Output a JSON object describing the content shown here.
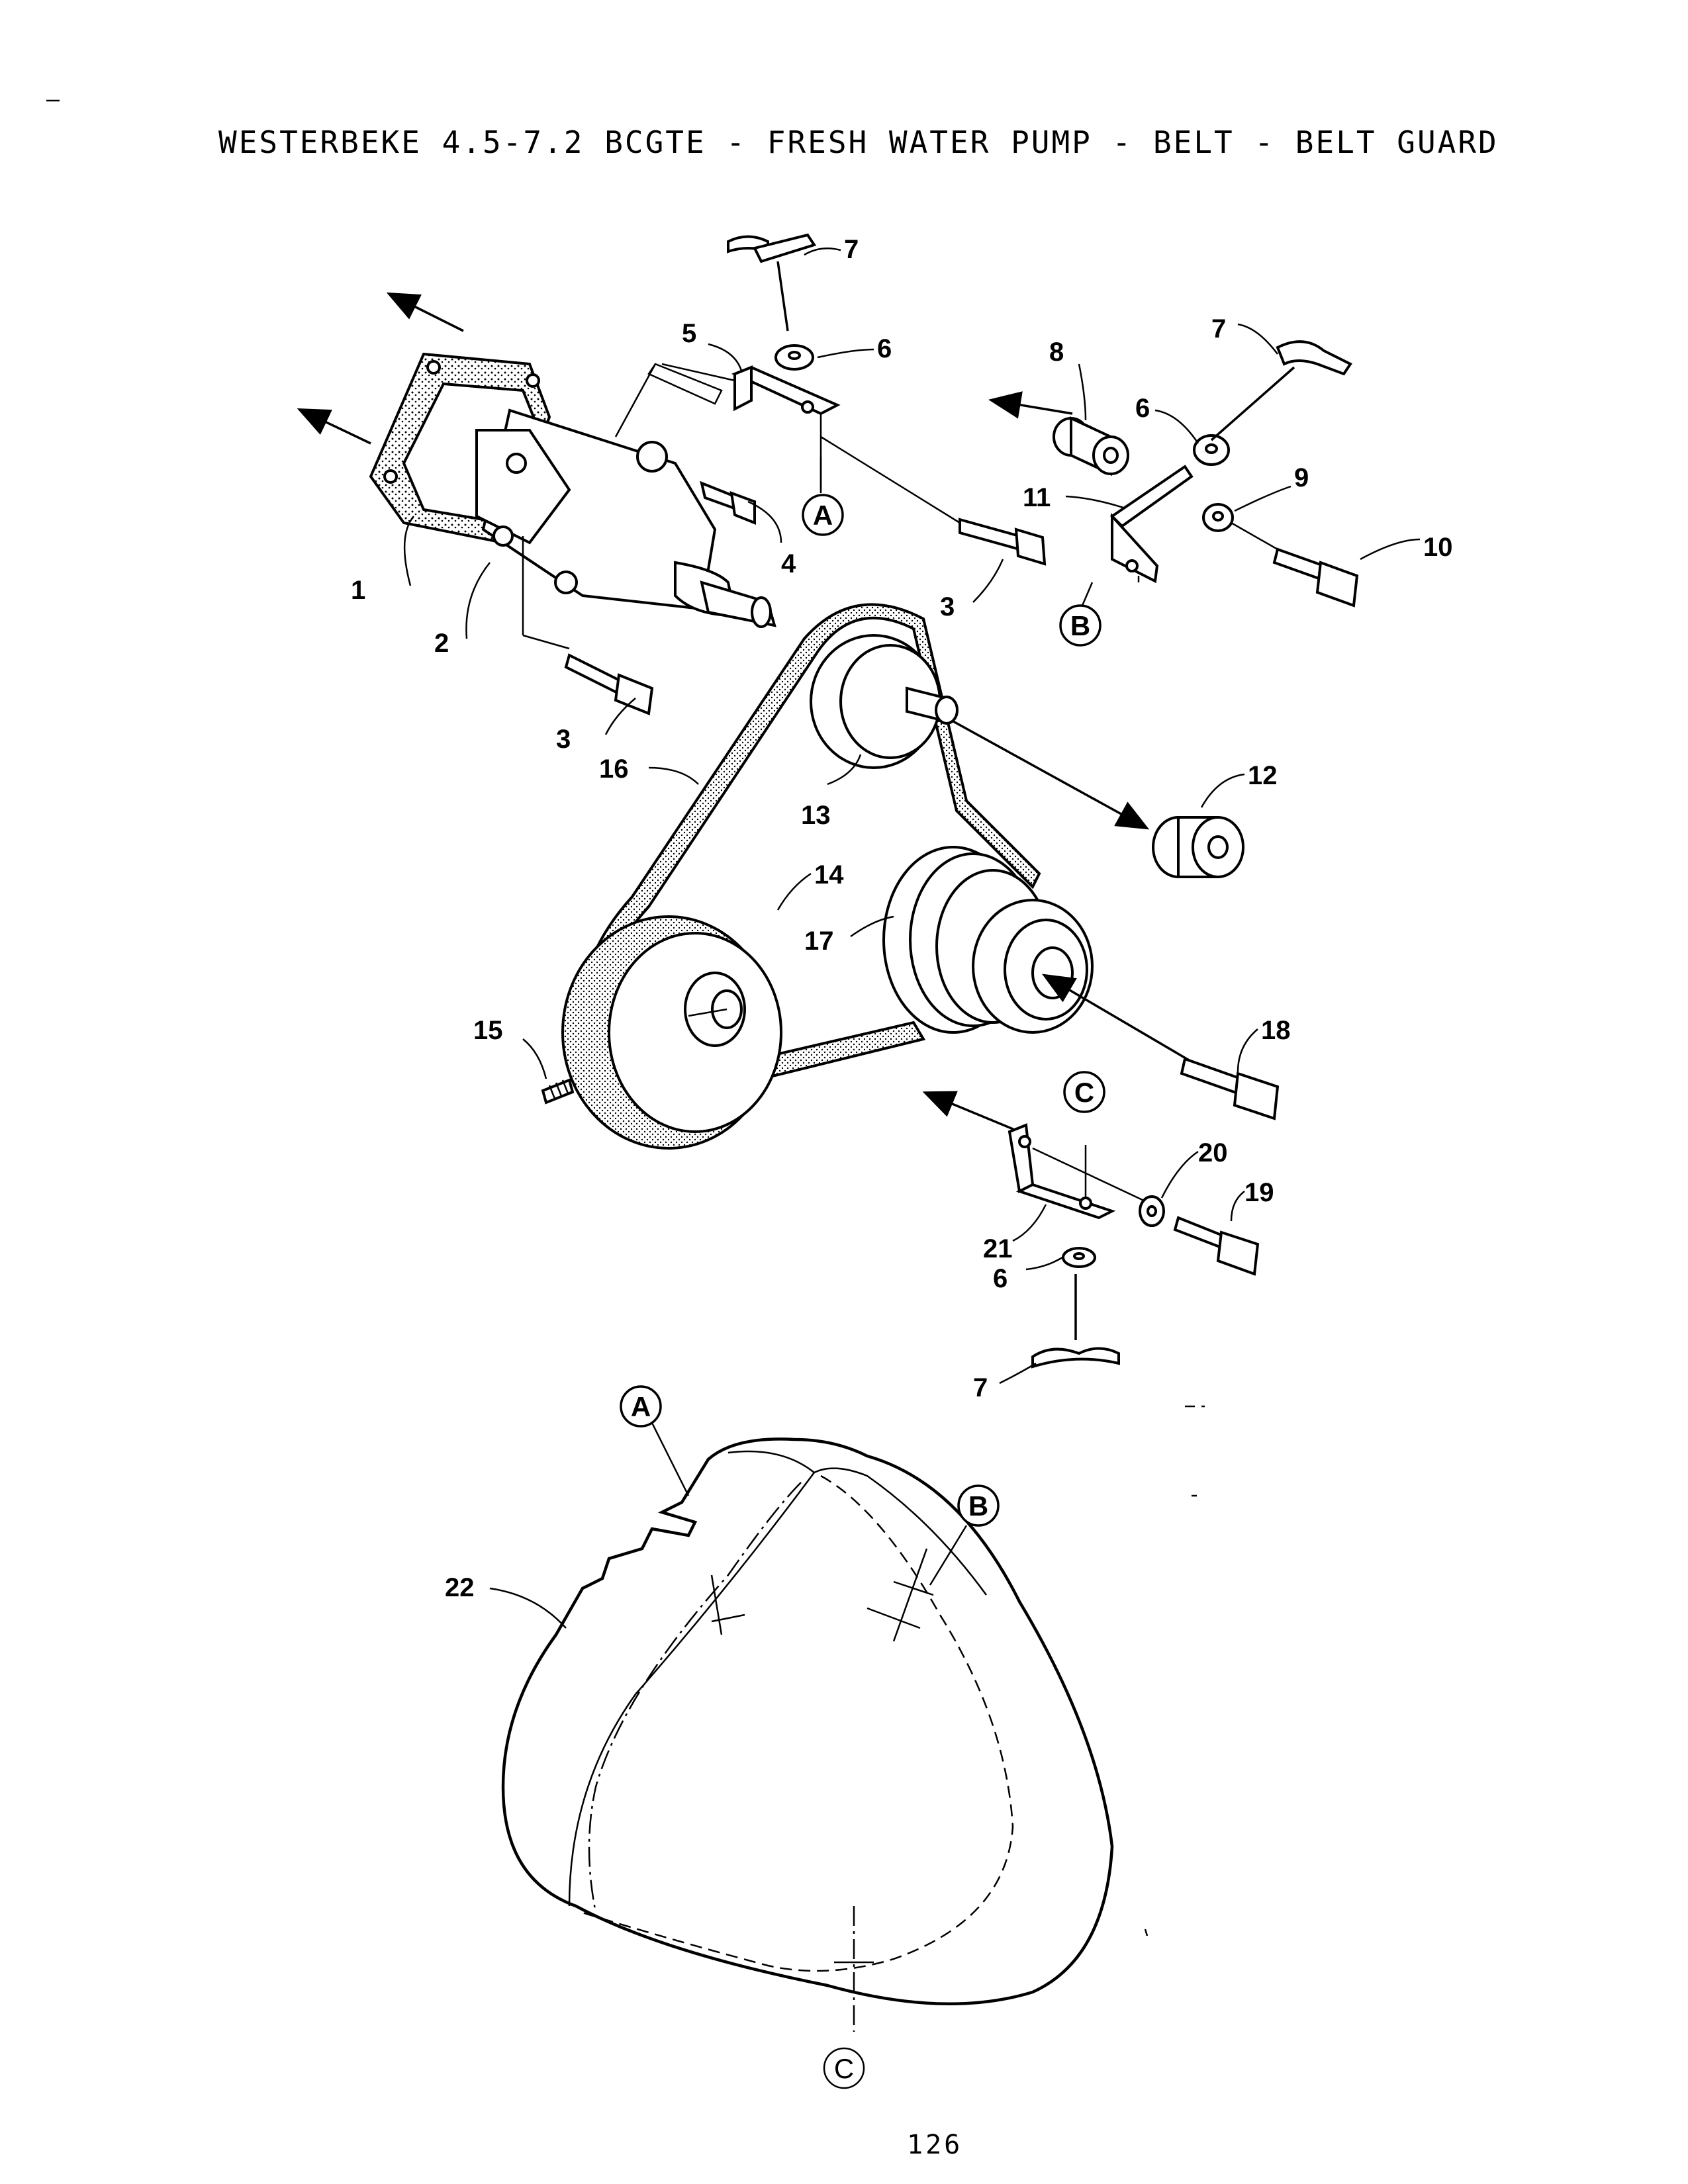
{
  "title": "WESTERBEKE 4.5-7.2 BCGTE - FRESH WATER PUMP - BELT - BELT GUARD",
  "page_number": "126",
  "part_numbers": {
    "p1": "1",
    "p2": "2",
    "p3a": "3",
    "p3b": "3",
    "p4": "4",
    "p5": "5",
    "p6a": "6",
    "p6b": "6",
    "p6c": "6",
    "p7a": "7",
    "p7b": "7",
    "p7c": "7",
    "p8": "8",
    "p9": "9",
    "p10": "10",
    "p11": "11",
    "p12": "12",
    "p13": "13",
    "p14": "14",
    "p15": "15",
    "p16": "16",
    "p17": "17",
    "p18": "18",
    "p19": "19",
    "p20": "20",
    "p21": "21",
    "p22": "22"
  },
  "reference_points": {
    "a_bracket": "A",
    "b_bracket": "B",
    "c_bracket": "C",
    "a_guard": "A",
    "b_guard": "B",
    "c_guard": "C"
  }
}
